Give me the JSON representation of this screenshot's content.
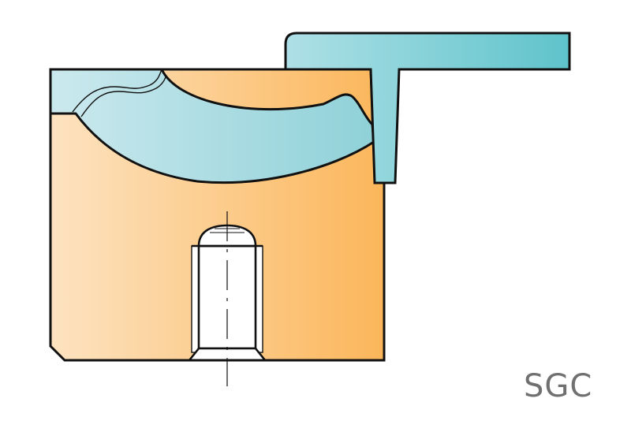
{
  "diagram": {
    "type": "mechanical cross-section",
    "watermark_label": "SGC",
    "parts": [
      {
        "name": "base-block",
        "fill_gradient": [
          "#fde3c1",
          "#fbb65a"
        ]
      },
      {
        "name": "t-clamp",
        "fill_gradient": [
          "#aee0e6",
          "#60c4cc"
        ]
      },
      {
        "name": "curved-seat",
        "fill_gradient": [
          "#c7e8ed",
          "#93d3da"
        ]
      },
      {
        "name": "bolt-hole",
        "fill": "#ffffff"
      }
    ],
    "colors": {
      "outline": "#111111",
      "label": "#707070",
      "background": "#ffffff"
    }
  }
}
